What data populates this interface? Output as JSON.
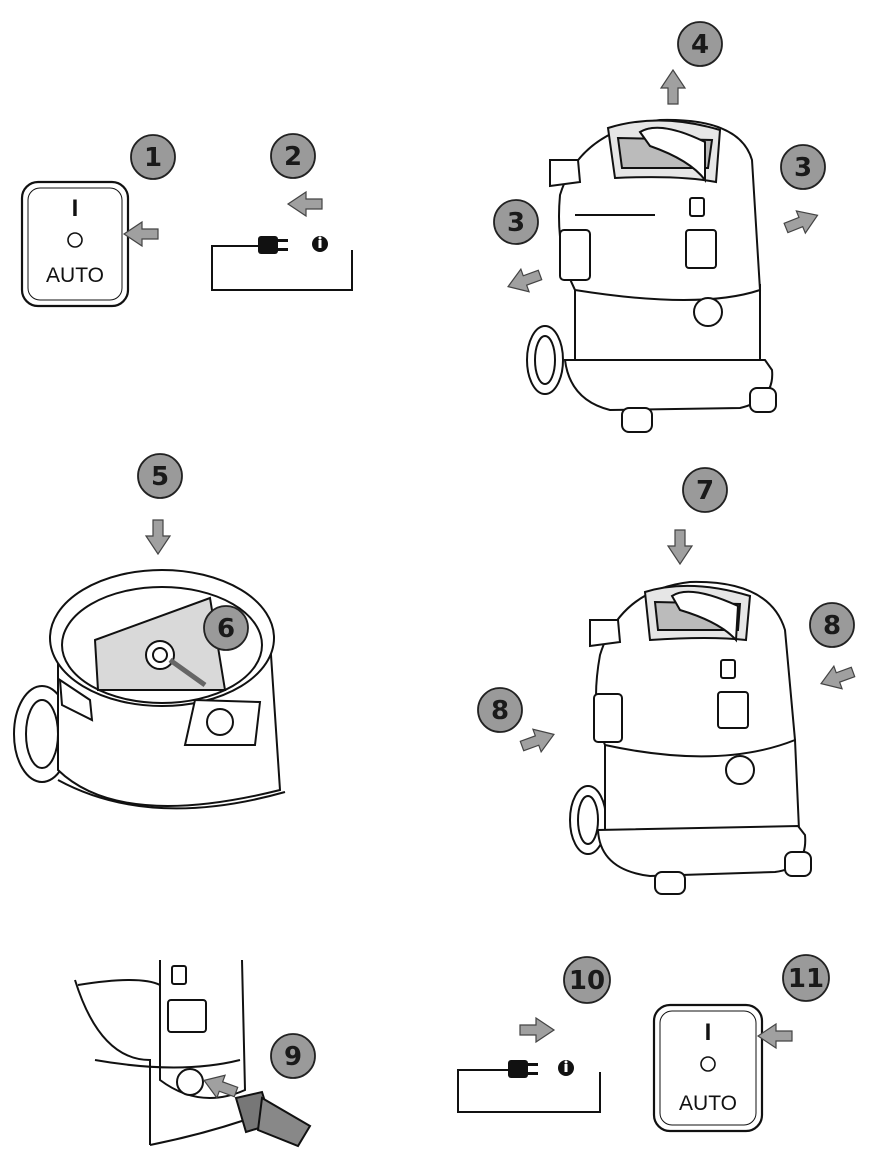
{
  "steps": {
    "s1": "1",
    "s2": "2",
    "s3a": "3",
    "s3b": "3",
    "s4": "4",
    "s5": "5",
    "s6": "6",
    "s7": "7",
    "s8a": "8",
    "s8b": "8",
    "s9": "9",
    "s10": "10",
    "s11": "11"
  },
  "switch": {
    "on_mark": "I",
    "auto_label": "AUTO"
  },
  "colors": {
    "badge_fill": "#9a9a9a",
    "arrow_fill": "#a0a0a0",
    "line": "#111111"
  }
}
